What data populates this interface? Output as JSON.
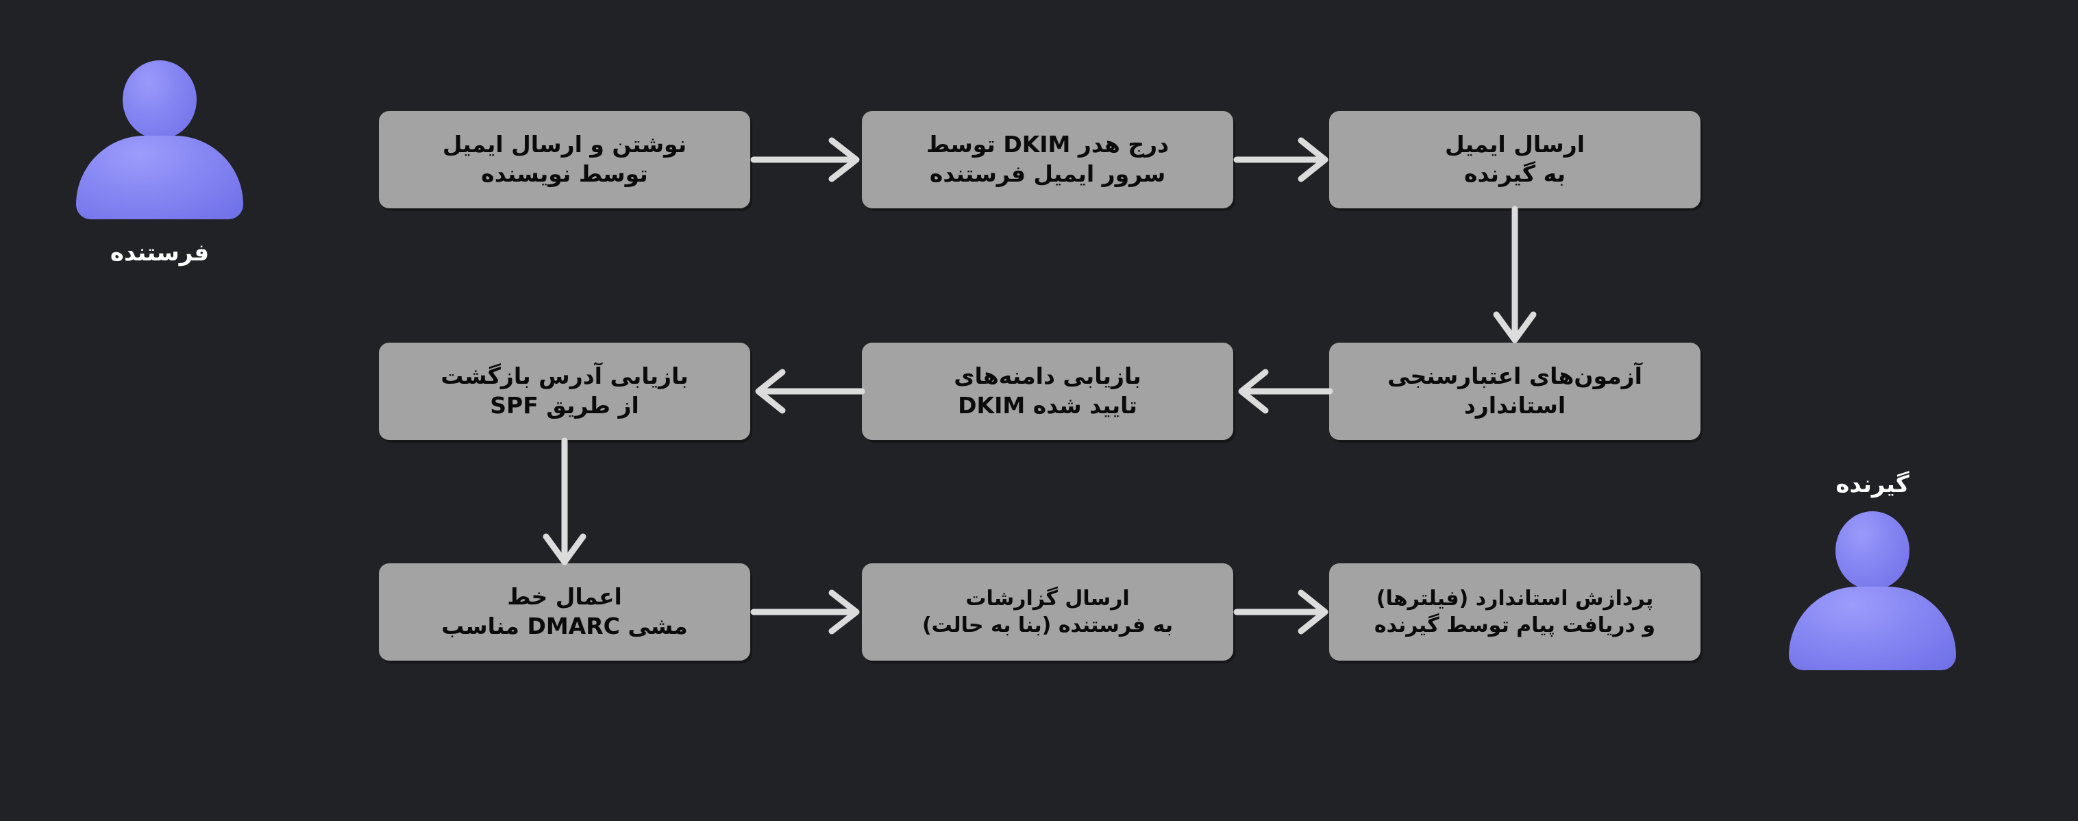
{
  "diagram": {
    "title": "DMARC / DKIM / SPF email authentication flow",
    "background_color": "#212226",
    "node_fill_color": "#a3a3a3",
    "node_text_color": "#0b0b0c",
    "arrow_color": "#dcdcdc",
    "accent_color": "#8484f2",
    "label_text_color": "#ffffff",
    "direction": "rtl"
  },
  "actors": [
    {
      "id": "sender",
      "label": "فرستنده",
      "icon": "person-icon",
      "label_position": "below"
    },
    {
      "id": "receiver",
      "label": "گیرنده",
      "icon": "person-icon",
      "label_position": "above"
    }
  ],
  "nodes": [
    {
      "id": "node-1",
      "row": 1,
      "column": 1,
      "lines": [
        "نوشتن و ارسال ایمیل",
        "توسط نویسنده"
      ]
    },
    {
      "id": "node-2",
      "row": 1,
      "column": 2,
      "lines": [
        "درج هدر DKIM توسط",
        "سرور ایمیل فرستنده"
      ]
    },
    {
      "id": "node-3",
      "row": 1,
      "column": 3,
      "lines": [
        "ارسال ایمیل",
        "به گیرنده"
      ]
    },
    {
      "id": "node-4",
      "row": 2,
      "column": 3,
      "lines": [
        "آزمون‌های اعتبارسنجی",
        "استاندارد"
      ]
    },
    {
      "id": "node-5",
      "row": 2,
      "column": 2,
      "lines": [
        "بازیابی دامنه‌های",
        "تایید شده DKIM"
      ]
    },
    {
      "id": "node-6",
      "row": 2,
      "column": 1,
      "lines": [
        "بازیابی آدرس بازگشت",
        "از طریق SPF"
      ]
    },
    {
      "id": "node-7",
      "row": 3,
      "column": 1,
      "lines": [
        "اعمال خط",
        "مشی DMARC مناسب"
      ]
    },
    {
      "id": "node-8",
      "row": 3,
      "column": 2,
      "lines": [
        "ارسال گزارشات",
        "به فرستنده (بنا به حالت)"
      ]
    },
    {
      "id": "node-9",
      "row": 3,
      "column": 3,
      "lines": [
        "پردازش استاندارد (فیلترها)",
        "و دریافت پیام توسط گیرنده"
      ]
    }
  ],
  "connectors": [
    {
      "id": "arrow-1-2",
      "from": "node-1",
      "to": "node-2",
      "direction": "right"
    },
    {
      "id": "arrow-2-3",
      "from": "node-2",
      "to": "node-3",
      "direction": "right"
    },
    {
      "id": "arrow-3-4",
      "from": "node-3",
      "to": "node-4",
      "direction": "down"
    },
    {
      "id": "arrow-4-5",
      "from": "node-4",
      "to": "node-5",
      "direction": "left"
    },
    {
      "id": "arrow-5-6",
      "from": "node-5",
      "to": "node-6",
      "direction": "left"
    },
    {
      "id": "arrow-6-7",
      "from": "node-6",
      "to": "node-7",
      "direction": "down"
    },
    {
      "id": "arrow-7-8",
      "from": "node-7",
      "to": "node-8",
      "direction": "right"
    },
    {
      "id": "arrow-8-9",
      "from": "node-8",
      "to": "node-9",
      "direction": "right"
    }
  ]
}
